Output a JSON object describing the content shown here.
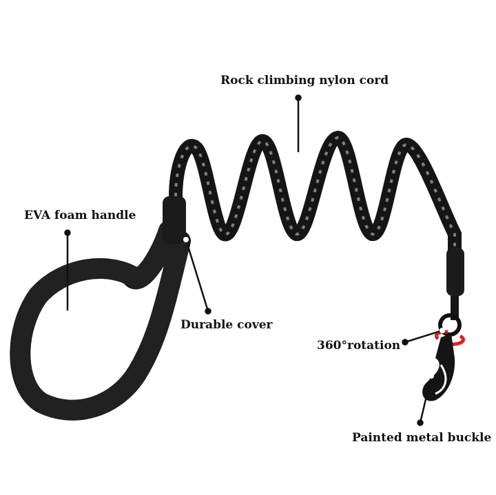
{
  "labels": {
    "cord": "Rock climbing nylon cord",
    "handle": "EVA foam handle",
    "cover": "Durable cover",
    "rotation": "360°rotation",
    "buckle": "Painted metal buckle"
  },
  "colors": {
    "leash": "#141414",
    "reflective": "#9a9a9a",
    "rotation_arrow": "#e0201c",
    "text": "#111111"
  }
}
